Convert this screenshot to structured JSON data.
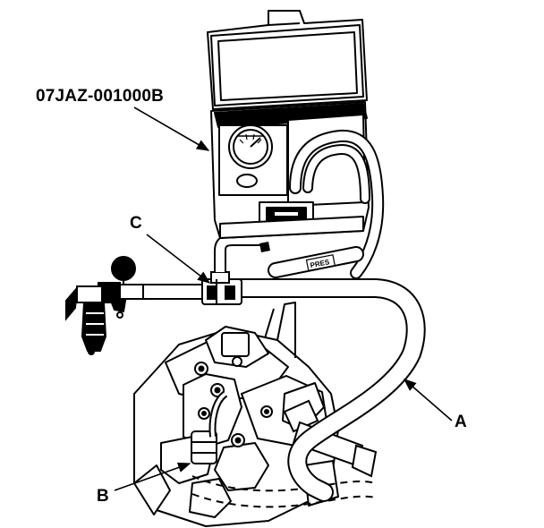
{
  "labels": {
    "part_number": "07JAZ-001000B",
    "a": "A",
    "b": "B",
    "c": "C",
    "hose_tag": "PRES"
  },
  "colors": {
    "ink": "#000000",
    "paper": "#ffffff",
    "shade": "#888888"
  }
}
